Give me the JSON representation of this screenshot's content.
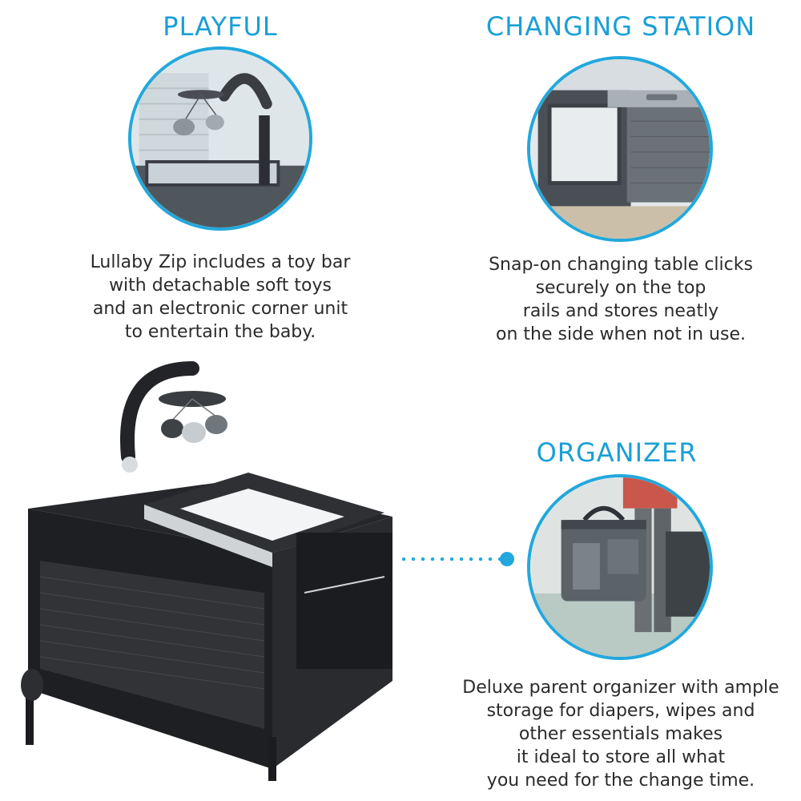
{
  "features": [
    {
      "title": "PLAYFUL",
      "description_lines": [
        "Lullaby Zip includes a toy bar",
        "with detachable soft toys",
        "and an electronic corner unit",
        "to entertain the baby."
      ],
      "image": "playard-toy-bar-image"
    },
    {
      "title": "CHANGING STATION",
      "description_lines": [
        "Snap-on changing table clicks",
        "securely on the top",
        "rails and stores neatly",
        "on the side when not in use."
      ],
      "image": "changing-table-image"
    },
    {
      "title": "ORGANIZER",
      "description_lines": [
        "Deluxe parent organizer with ample",
        "storage for diapers, wipes and",
        "other essentials makes",
        "it ideal to store all what",
        "you need for the change time."
      ],
      "image": "parent-organizer-image"
    }
  ],
  "colors": {
    "accent": "#1a9fd6",
    "text": "#2b2b2b",
    "product": "#1c1d20"
  }
}
